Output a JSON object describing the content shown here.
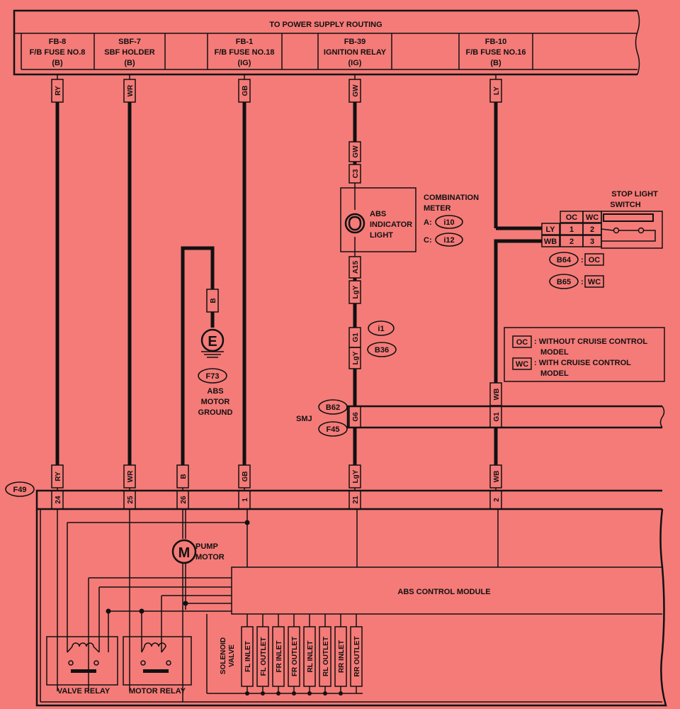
{
  "power_supply": {
    "title": "TO POWER SUPPLY ROUTING",
    "fuses": [
      {
        "code": "FB-8",
        "name": "F/B FUSE NO.8",
        "supply": "(B)"
      },
      {
        "code": "SBF-7",
        "name": "SBF HOLDER",
        "supply": "(B)"
      },
      {
        "code": "FB-1",
        "name": "F/B FUSE NO.18",
        "supply": "(IG)"
      },
      {
        "code": "FB-39",
        "name": "IGNITION RELAY",
        "supply": "(IG)"
      },
      {
        "code": "FB-10",
        "name": "F/B FUSE NO.16",
        "supply": "(B)"
      }
    ]
  },
  "wires": {
    "ry": "RY",
    "wr": "WR",
    "gb": "GB",
    "gw": "GW",
    "ly": "LY",
    "b": "B",
    "lgy": "LgY",
    "wb": "WB"
  },
  "terminals": {
    "c3": "C3",
    "a15": "A15",
    "g1": "G1",
    "g6": "G6"
  },
  "combination_meter": {
    "title_1": "COMBINATION",
    "title_2": "METER",
    "lamp_1": "ABS",
    "lamp_2": "INDICATOR",
    "lamp_3": "LIGHT",
    "a_label": "A:",
    "a_conn": "i10",
    "c_label": "C:",
    "c_conn": "i12"
  },
  "connectors": {
    "i1": "i1",
    "b36": "B36",
    "b62": "B62",
    "f45": "F45",
    "f73": "F73",
    "f49": "F49",
    "b64": "B64",
    "b65": "B65"
  },
  "ground": {
    "line1": "ABS",
    "line2": "MOTOR",
    "line3": "GROUND"
  },
  "smj": "SMJ",
  "stop_light_switch": {
    "title_1": "STOP LIGHT",
    "title_2": "SWITCH",
    "col_oc": "OC",
    "col_wc": "WC",
    "row1": [
      "1",
      "2"
    ],
    "row2": [
      "2",
      "3"
    ],
    "b64_colon": ":",
    "b64_val": "OC",
    "b65_colon": ":",
    "b65_val": "WC"
  },
  "legend": {
    "oc": "OC",
    "oc_text_1": ": WITHOUT CRUISE CONTROL",
    "oc_text_2": "MODEL",
    "wc": "WC",
    "wc_text_1": ": WITH CRUISE CONTROL",
    "wc_text_2": "MODEL"
  },
  "module_pins": [
    "24",
    "25",
    "26",
    "1",
    "21",
    "2"
  ],
  "pump_motor": {
    "symbol": "M",
    "line1": "PUMP",
    "line2": "MOTOR"
  },
  "ground_symbol": "E",
  "abs_module": "ABS CONTROL MODULE",
  "solenoid": {
    "line1": "SOLENOID",
    "line2": "VALVE"
  },
  "solenoid_valves": [
    "FL INLET",
    "FL OUTLET",
    "FR INLET",
    "FR OUTLET",
    "RL INLET",
    "RL OUTLET",
    "RR INLET",
    "RR OUTLET"
  ],
  "relays": {
    "valve": "VALVE RELAY",
    "motor": "MOTOR RELAY"
  }
}
